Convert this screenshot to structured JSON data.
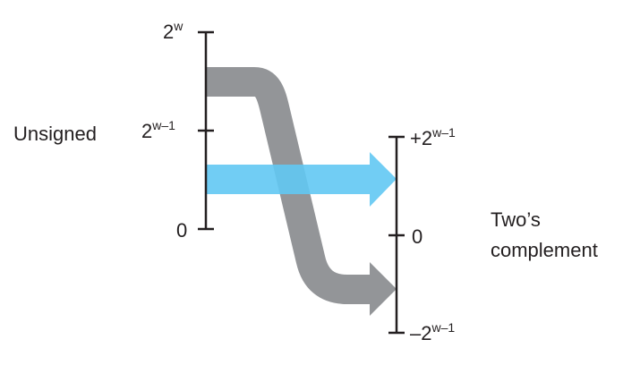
{
  "left_axis": {
    "title": "Unsigned",
    "ticks": [
      {
        "base": "2",
        "exp": "w"
      },
      {
        "base": "2",
        "exp": "w–1"
      },
      {
        "base": "0",
        "exp": ""
      }
    ]
  },
  "right_axis": {
    "title_line1": "Two’s",
    "title_line2": "complement",
    "ticks": [
      {
        "base": "+2",
        "exp": "w–1"
      },
      {
        "base": "0",
        "exp": ""
      },
      {
        "base": "–2",
        "exp": "w–1"
      }
    ]
  },
  "colors": {
    "gray_arrow": "#939598",
    "blue_arrow": "#6dcff6",
    "axis": "#231f20"
  }
}
